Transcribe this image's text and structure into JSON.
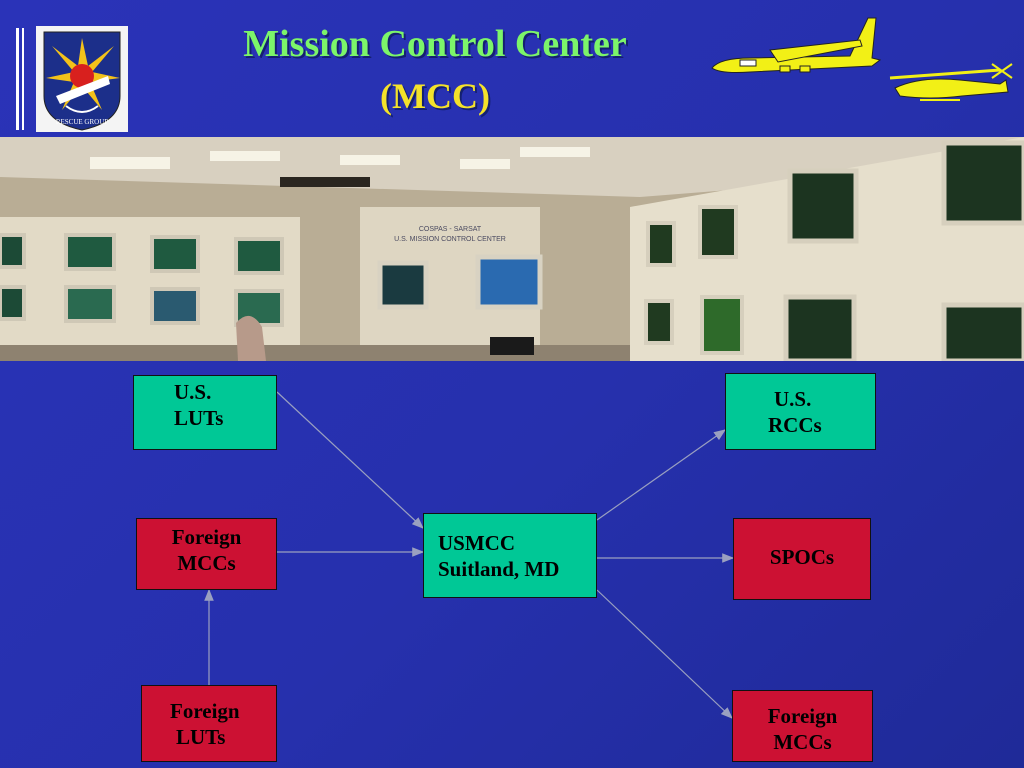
{
  "title": "Mission Control Center",
  "subtitle": "(MCC)",
  "logo": {
    "text": "RESCUE GROUP",
    "icon": "rescue-group-emblem"
  },
  "photo": {
    "sign_line1": "COSPAS - SARSAT",
    "sign_line2": "U.S. MISSION CONTROL CENTER"
  },
  "nodes": {
    "us_luts": {
      "line1": "U.S.",
      "line2": "LUTs"
    },
    "foreign_mccs_left": {
      "line1": "Foreign",
      "line2": "MCCs"
    },
    "foreign_luts": {
      "line1": "Foreign",
      "line2": "LUTs"
    },
    "usmcc": {
      "line1": "USMCC",
      "line2": "Suitland, MD"
    },
    "us_rccs": {
      "line1": "U.S.",
      "line2": "RCCs"
    },
    "spocs": {
      "line1": "SPOCs"
    },
    "foreign_mccs_right": {
      "line1": "Foreign",
      "line2": "MCCs"
    }
  },
  "colors": {
    "background": "#2630ad",
    "title": "#7cf56a",
    "subtitle": "#f4e22a",
    "green_node": "#00c896",
    "red_node": "#cc1133",
    "arrow": "#9aa0c0"
  }
}
